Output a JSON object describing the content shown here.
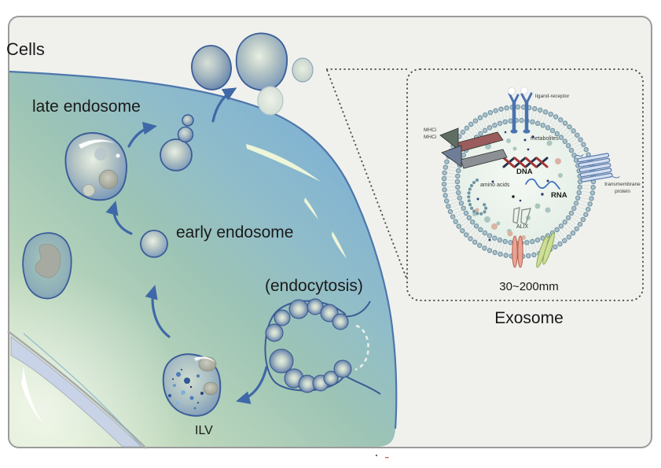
{
  "labels": {
    "cells": "Cells",
    "late_endosome": "late endosome",
    "early_endosome": "early endosome",
    "endocytosis": "(endocytosis)",
    "ilv": "ILV"
  },
  "exosome_panel": {
    "ligand_receptor": "ligand-receptor",
    "mhc": "MHCi\nMHCi",
    "metabolites": "metabolites",
    "dna": "DNA",
    "amino_acids": "amino acids",
    "rna": "RNA",
    "alix": "ALIX",
    "transmembrane": "transmembrane\nprotein",
    "size_range": "30~200mm",
    "caption": "Exosome"
  },
  "colors": {
    "background": "#ffffff",
    "panel_bg": "#f0f1ed",
    "frame_border": "#9b9b9b",
    "cell_blue": "#79aed6",
    "cell_teal": "#9dc4b5",
    "cell_pale": "#d8e8c8",
    "vesicle_outline": "#3b5d98",
    "arrow_blue": "#3f68a8",
    "dashed_line": "#4a4a4a",
    "membrane_bead": "#abc2cc",
    "dna_red": "#a83434",
    "rna_blue": "#3f72c0",
    "protein_red": "#e8a393",
    "protein_green": "#cede9a",
    "receptor_blue": "#4a72b0",
    "mhc_red": "#9a5c5c",
    "mhc_gray": "#8c9094"
  }
}
